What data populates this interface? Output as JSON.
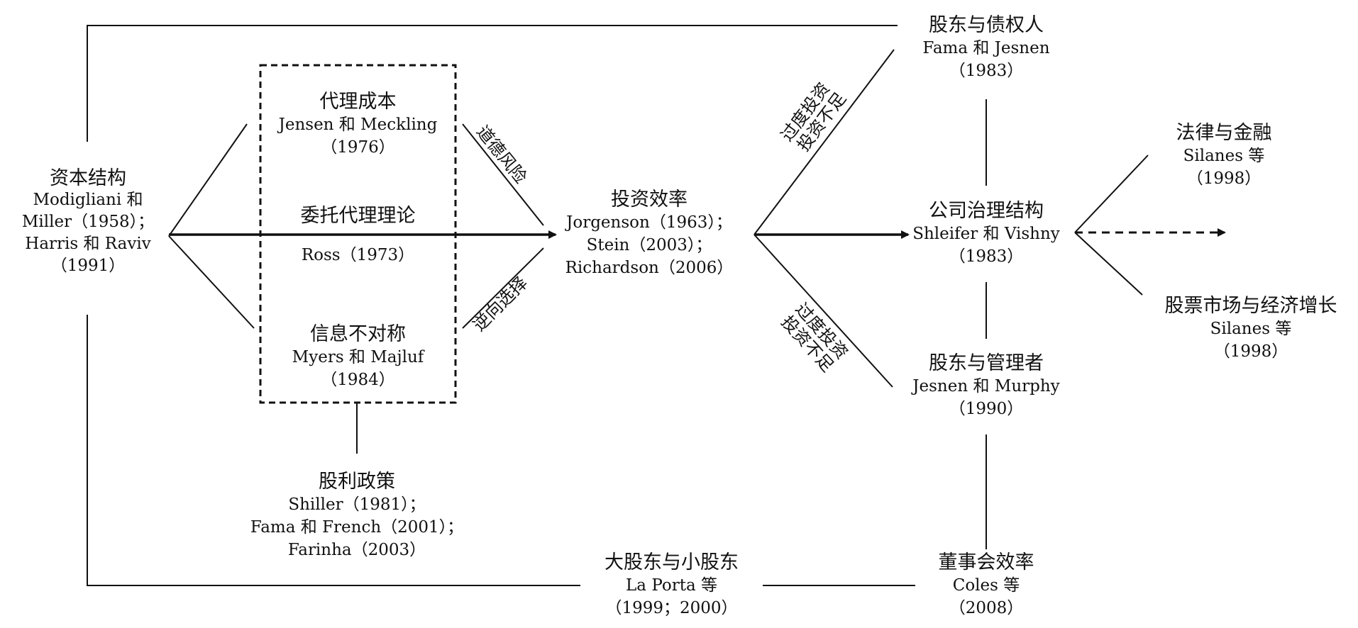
{
  "nodes": {
    "capital_structure": {
      "title": "资本结构",
      "refs": [
        "Modigliani 和",
        "Miller（1958）；",
        "Harris 和 Raviv",
        "（1991）"
      ]
    },
    "agency_cost": {
      "title": "代理成本",
      "refs": [
        "Jensen 和 Meckling",
        "（1976）"
      ]
    },
    "principal_agent": {
      "title": "委托代理理论",
      "refs": [
        "Ross（1973）"
      ]
    },
    "info_asymmetry": {
      "title": "信息不对称",
      "refs": [
        "Myers 和 Majluf",
        "（1984）"
      ]
    },
    "dividend_policy": {
      "title": "股利政策",
      "refs": [
        "Shiller（1981）；",
        "Fama 和 French（2001）；",
        "Farinha（2003）"
      ]
    },
    "investment_efficiency": {
      "title": "投资效率",
      "refs": [
        "Jorgenson（1963）；",
        "Stein（2003）；",
        "Richardson（2006）"
      ]
    },
    "shareholders_creditors": {
      "title": "股东与债权人",
      "refs": [
        "Fama 和 Jesnen",
        "（1983）"
      ]
    },
    "corporate_governance": {
      "title": "公司治理结构",
      "refs": [
        "Shleifer 和 Vishny",
        "（1983）"
      ]
    },
    "shareholders_managers": {
      "title": "股东与管理者",
      "refs": [
        "Jesnen 和 Murphy",
        "（1990）"
      ]
    },
    "board_efficiency": {
      "title": "董事会效率",
      "refs": [
        "Coles 等",
        "（2008）"
      ]
    },
    "large_small_shareholders": {
      "title": "大股东与小股东",
      "refs": [
        "La Porta 等",
        "（1999；2000）"
      ]
    },
    "law_finance": {
      "title": "法律与金融",
      "refs": [
        "Silanes 等",
        "（1998）"
      ]
    },
    "stock_market_growth": {
      "title": "股票市场与经济增长",
      "refs": [
        "Silanes 等",
        "（1998）"
      ]
    }
  },
  "edge_labels": {
    "moral_hazard": "道德风险",
    "adverse_selection": "逆向选择",
    "upper_over": "过度投资",
    "upper_under": "投资不足",
    "lower_over": "过度投资",
    "lower_under": "投资不足"
  }
}
